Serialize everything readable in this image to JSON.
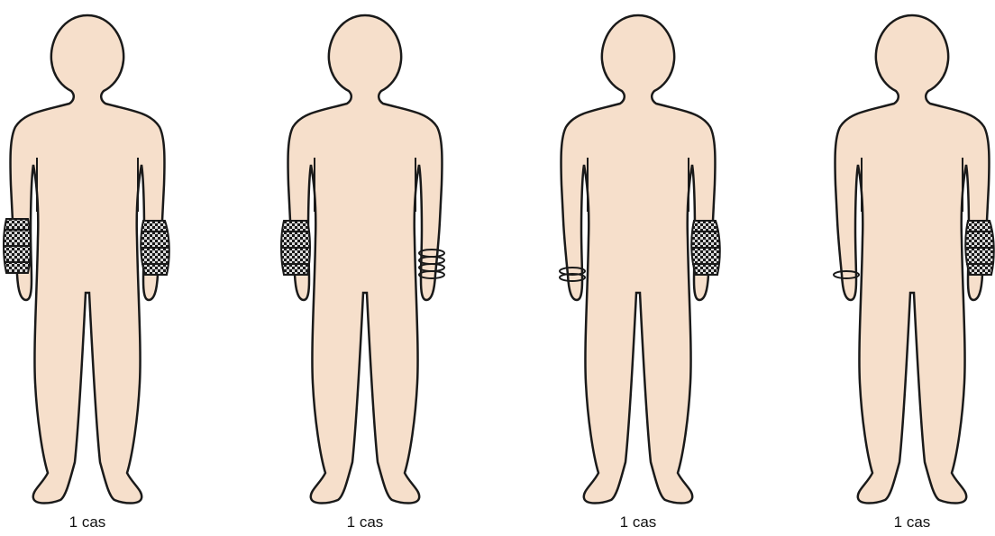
{
  "figures": [
    {
      "caption": "1 cas",
      "ornaments": [
        {
          "side": "right",
          "type": "beaded-cuff"
        },
        {
          "side": "left",
          "type": "beaded-cuff"
        }
      ]
    },
    {
      "caption": "1 cas",
      "ornaments": [
        {
          "side": "right",
          "type": "beaded-cuff"
        },
        {
          "side": "left",
          "type": "stacked-bangles"
        }
      ]
    },
    {
      "caption": "1 cas",
      "ornaments": [
        {
          "side": "right",
          "type": "double-bangle"
        },
        {
          "side": "left",
          "type": "beaded-cuff"
        }
      ]
    },
    {
      "caption": "1 cas",
      "ornaments": [
        {
          "side": "right",
          "type": "single-bangle"
        },
        {
          "side": "left",
          "type": "beaded-cuff"
        }
      ]
    }
  ],
  "colors": {
    "skin": "#f6dfcb",
    "outline": "#1a1a1a",
    "ornament": "#1a1a1a",
    "ornament_light": "#d9d9d9"
  }
}
